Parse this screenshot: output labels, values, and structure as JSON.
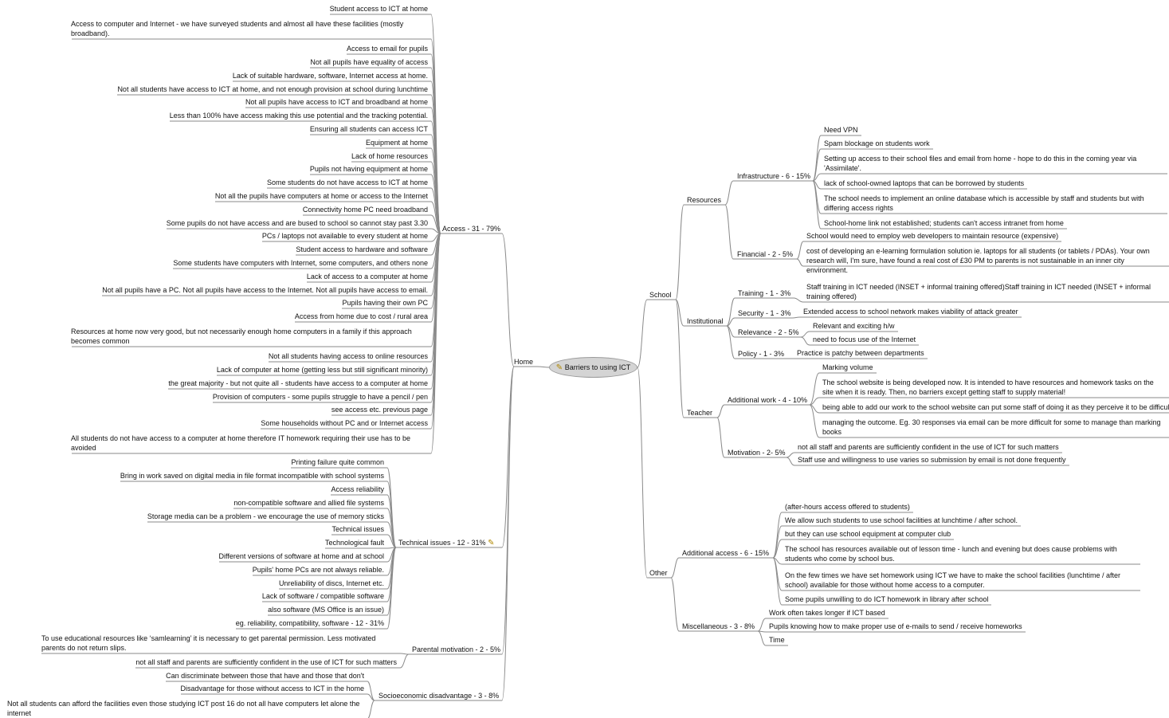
{
  "central": {
    "label": "Barriers to using ICT",
    "icon": "pencil-icon"
  },
  "home": {
    "label": "Home",
    "access": {
      "label": "Access - 31 - 79%",
      "items": [
        "Student access to ICT at home",
        "Access to computer and Internet - we have surveyed students and almost all have these facilities (mostly broadband).",
        "Access to email for pupils",
        "Not all pupils have equality of access",
        "Lack of suitable hardware, software, Internet access at home.",
        "Not all students have access to ICT at home, and not enough provision at school during lunchtime",
        "Not all pupils have access to ICT and broadband at home",
        "Less than 100% have access making this use potential and the tracking potential.",
        "Ensuring all students can access ICT",
        "Equipment at home",
        "Lack of home resources",
        "Pupils not having equipment at home",
        "Some students do not have access to ICT at home",
        "Not all the pupils have computers at home or access to the Internet",
        "Connectivity home PC need broadband",
        "Some pupils do not have access and are bused to school so cannot stay past 3.30",
        "PCs / laptops not available to every student at home",
        "Student access to hardware and software",
        "Some students have computers with Internet, some computers, and others none",
        "Lack of access to a computer at home",
        "Not all pupils have a PC. Not all pupils have access to the Internet. Not all pupils have access to email.",
        "Pupils having their own PC",
        "Access from home due to cost / rural area",
        "Resources at home now very good, but not necessarily enough home computers in a family if this approach becomes common",
        "Not all students having access to online resources",
        "Lack of computer at home (getting less but still significant minority)",
        "the great majority - but not quite all - students have access to a computer at home",
        "Provision of computers - some pupils struggle to have a pencil / pen",
        "see access etc. previous page",
        "Some households without PC and or Internet access",
        "All students do not have access to a computer at home therefore IT homework requiring their use has to be avoided"
      ]
    },
    "technical": {
      "label": "Technical issues - 12 - 31%",
      "icon": "pencil-icon",
      "items": [
        "Printing failure quite common",
        "Bring in work saved on digital media in file format incompatible with school systems",
        "Access reliability",
        "non-compatible software and allied file systems",
        "Storage media can be a problem - we encourage the use of memory sticks",
        "Technical issues",
        "Technological fault",
        "Different versions of software at home and at school",
        "Pupils' home PCs are not always reliable.",
        "Unreliability of discs, Internet etc.",
        "Lack of software / compatible software",
        "also software (MS Office is an issue)",
        "eg. reliability, compatibility, software - 12 - 31%"
      ]
    },
    "parental": {
      "label": "Parental motivation - 2 - 5%",
      "items": [
        "To use educational resources like ‘samlearning’ it is necessary to get parental permission.  Less motivated parents do not return slips.",
        "not all staff and parents are sufficiently confident in the use of ICT for such matters"
      ]
    },
    "socio": {
      "label": "Socioeconomic disadvantage - 3 - 8%",
      "items": [
        "Can discriminate between those that have and those that don't",
        "Disadvantage for those without access to ICT in the home",
        "Not all students can afford the facilities even those studying ICT post 16 do not all have computers let alone the internet"
      ]
    }
  },
  "school": {
    "label": "School",
    "resources": {
      "label": "Resources",
      "infrastructure": {
        "label": "Infrastructure - 6 - 15%",
        "items": [
          "Need VPN",
          "Spam blockage on students work",
          "Setting up access to their school files and email from home - hope to do this in the coming year via 'Assimilate'.",
          "lack of school-owned laptops that can be borrowed by students",
          "The school needs to implement an online database which is accessible by staff and students but with differing access rights",
          "School-home link not established; students can't access intranet from home"
        ]
      },
      "financial": {
        "label": "Financial - 2 - 5%",
        "items": [
          "School would need to employ web developers to maintain resource (expensive)",
          "cost of developing an e-learning formulation solution ie. laptops for all students (or tablets / PDAs).  Your own research will, I'm sure, have found a real cost of £30 PM to parents is not sustainable in an inner city environment."
        ]
      }
    },
    "institutional": {
      "label": "Institutional",
      "training": {
        "label": "Training - 1 - 3%",
        "items": [
          "Staff training in ICT needed (INSET + informal training offered)Staff training in ICT needed (INSET + informal training offered)"
        ]
      },
      "security": {
        "label": "Security - 1 - 3%",
        "items": [
          "Extended access to school network makes viability of attack greater"
        ]
      },
      "relevance": {
        "label": "Relevance - 2 - 5%",
        "items": [
          "Relevant and exciting h/w",
          "need to focus use of the Internet"
        ]
      },
      "policy": {
        "label": "Policy - 1 - 3%",
        "items": [
          "Practice is patchy between departments"
        ]
      }
    },
    "teacher": {
      "label": "Teacher",
      "additional_work": {
        "label": "Additional work - 4 - 10%",
        "items": [
          "Marking volume",
          "The school website is being developed now.  It is intended to have resources and homework tasks on the site when it is ready.  Then, no barriers except getting staff to supply material!",
          "being able to add our work to the school website can put some staff of doing it as they perceive it to be difficult",
          "managing the outcome. Eg. 30 responses via email can be more difficult for some to manage than marking books"
        ]
      },
      "motivation": {
        "label": "Motivation - 2- 5%",
        "items": [
          "not all staff and parents are sufficiently confident in the use of ICT for such matters",
          "Staff use and willingness to use varies so submission by email is not done frequently"
        ]
      }
    }
  },
  "other": {
    "label": "Other",
    "additional_access": {
      "label": "Additional access - 6 - 15%",
      "items": [
        "(after-hours access offered to students)",
        "We allow such students to use school facilities at lunchtime / after school.",
        "but they can use school equipment at computer club",
        "The school has resources available out of lesson time - lunch and evening but does cause problems with students who come by school bus.",
        "On the few times we have set homework using ICT we have to make the school facilities (lunchtime / after school) available for those without home access to a computer.",
        "Some pupils unwilling to do ICT homework in library after school"
      ]
    },
    "misc": {
      "label": "Miscellaneous - 3 - 8%",
      "items": [
        "Work often takes longer if ICT based",
        "Pupils knowing how to make proper use of e-mails to send / receive homeworks",
        "Time"
      ]
    }
  }
}
